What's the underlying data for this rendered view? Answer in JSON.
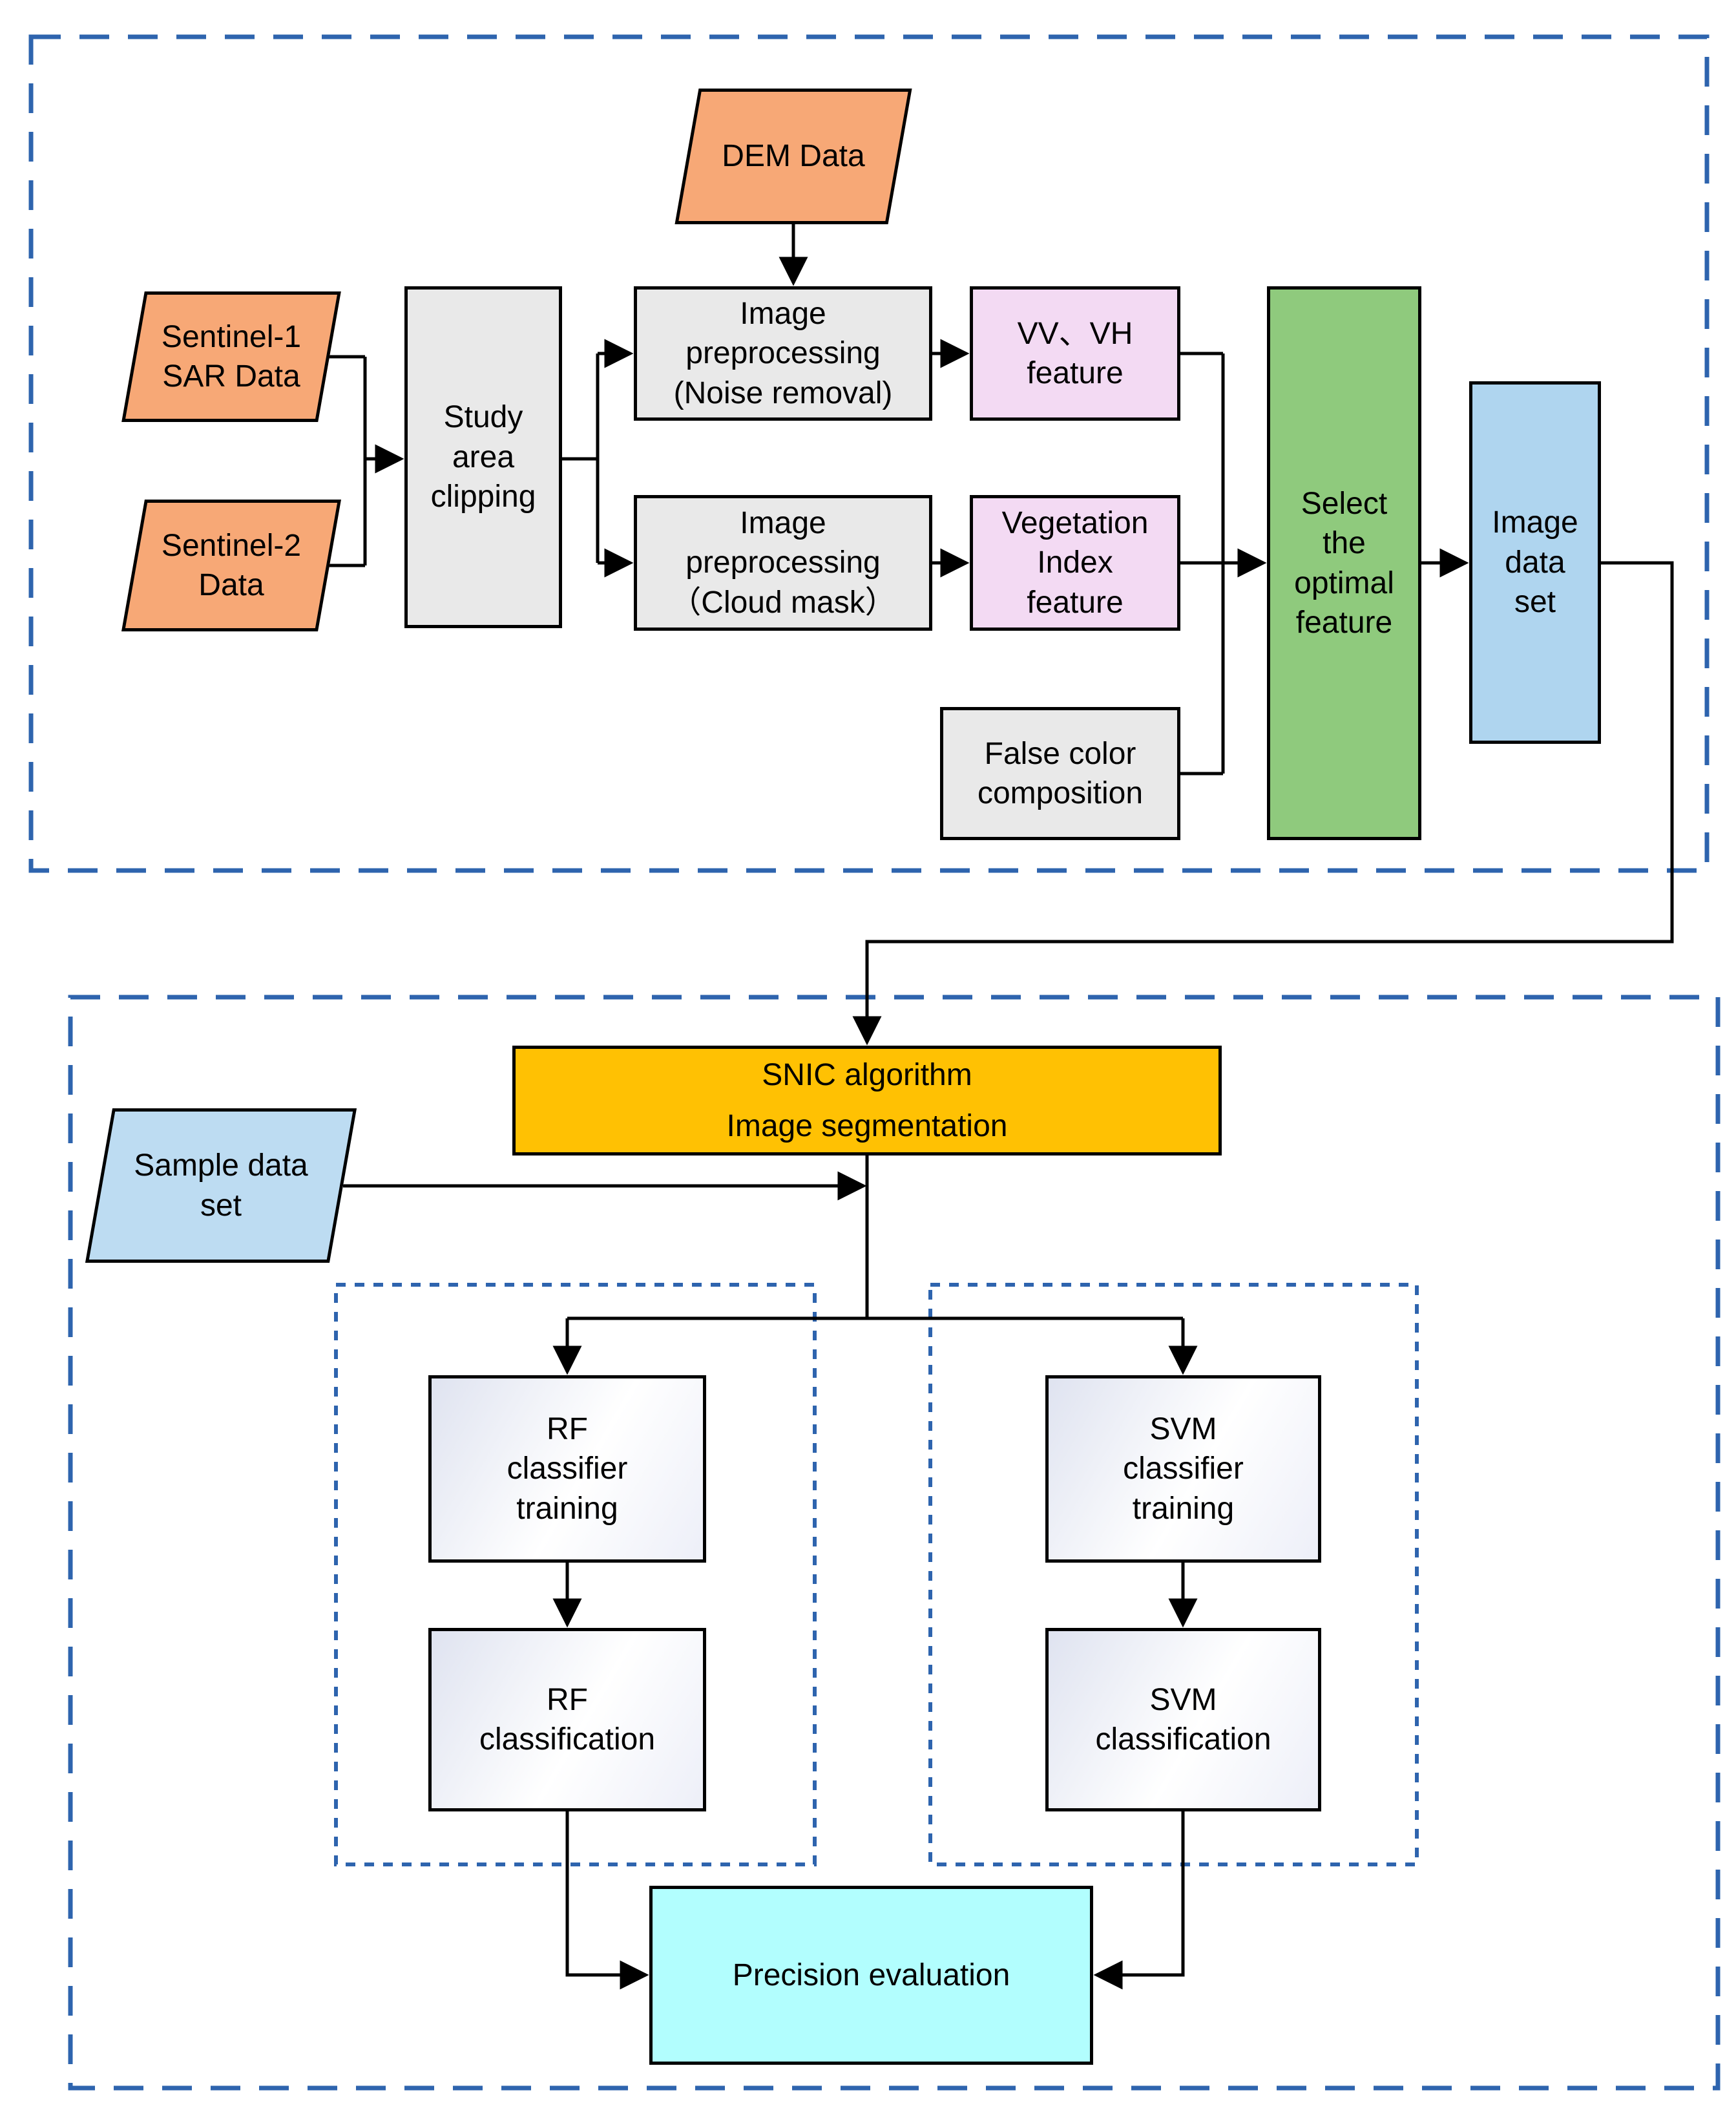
{
  "figure": {
    "type": "flowchart",
    "colors": {
      "input_orange": "#F7A876",
      "process_gray": "#E9E9E9",
      "feature_pink": "#F3DAF3",
      "select_green": "#8FCA7D",
      "dataset_blue": "#AFD5EF",
      "sample_blue": "#BDDCF2",
      "snic_gold": "#FFC103",
      "precision_cyan": "#B2FEFE",
      "classifier_gradient_tint": "#DFE3F0",
      "section_dash_blue": "#2E64AE",
      "connector_black": "#000000"
    },
    "nodes": {
      "dem": "DEM Data",
      "sentinel1": "Sentinel-1\nSAR Data",
      "sentinel2": "Sentinel-2\nData",
      "study_clip": "Study\narea\nclipping",
      "preproc_noise": "Image\npreprocessing\n(Noise removal)",
      "vv_vh": "VV、VH\nfeature",
      "preproc_cloud": "Image\npreprocessing\n（Cloud mask）",
      "veg_index": "Vegetation\nIndex\nfeature",
      "false_color": "False color\ncomposition",
      "select_feature": "Select\nthe\noptimal\nfeature",
      "image_dataset": "Image\ndata\nset",
      "snic": "SNIC algorithm\nImage segmentation",
      "sample_dataset": "Sample data\nset",
      "rf_training": "RF\nclassifier\ntraining",
      "rf_classification": "RF\nclassification",
      "svm_training": "SVM\nclassifier\ntraining",
      "svm_classification": "SVM\nclassification",
      "precision": "Precision evaluation"
    }
  }
}
